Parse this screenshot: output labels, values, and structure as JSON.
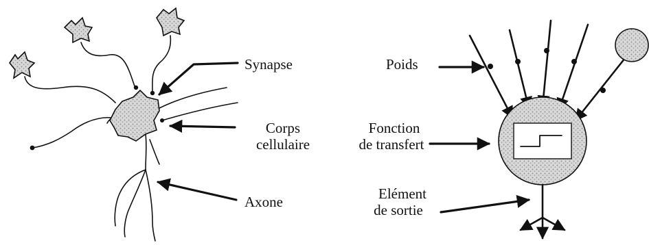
{
  "biological_neuron": {
    "synapse_label": "Synapse",
    "cell_body_label_line1": "Corps",
    "cell_body_label_line2": "cellulaire",
    "axon_label": "Axone"
  },
  "artificial_neuron": {
    "weights_label": "Poids",
    "transfer_function_label_line1": "Fonction",
    "transfer_function_label_line2": "de transfert",
    "output_element_label_line1": "Elément",
    "output_element_label_line2": "de sortie"
  },
  "colors": {
    "ink": "#111111",
    "stipple_fill": "#bdbdbd",
    "background": "#ffffff"
  }
}
